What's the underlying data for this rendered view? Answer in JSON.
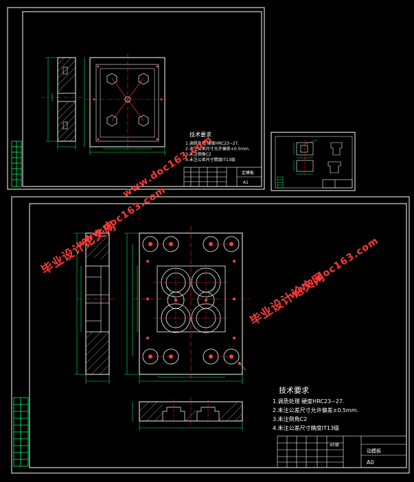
{
  "colors": {
    "background": "#000000",
    "frame": "#ffffff",
    "part_outline": "#ffffff",
    "dimension": "#00ff66",
    "centerline": "#ff3333",
    "hatch": "#ffffff",
    "hole": "#ff4040",
    "title_text": "#ffffff",
    "watermark": "#ff3a3a"
  },
  "sheet_top_left": {
    "tech_title": "技术要求",
    "notes": [
      "1.调质处理  硬度HRC23~27.",
      "2.未注公差尺寸允许偏差±0.5mm.",
      "3.未注倒角C2",
      "4.未注公差尺寸精度IT13级"
    ],
    "title_block": {
      "part_name": "定模板",
      "sheet_size": "A1"
    }
  },
  "sheet_thumbnail": {
    "title_block": {
      "part_name": "",
      "sheet_size": ""
    }
  },
  "sheet_main": {
    "tech_title": "技术要求",
    "notes": [
      "1.调质处理  硬度HRC23~27.",
      "2.未注公差尺寸允许偏差±0.5mm.",
      "3.未注倒角C2",
      "4.未注公差尺寸精度IT13级"
    ],
    "title_block": {
      "part_name": "动模板",
      "sheet_size": "A0",
      "material": "45钢"
    }
  },
  "watermarks": {
    "cn": "毕业设计论文网",
    "url": "www.doc163.com"
  }
}
